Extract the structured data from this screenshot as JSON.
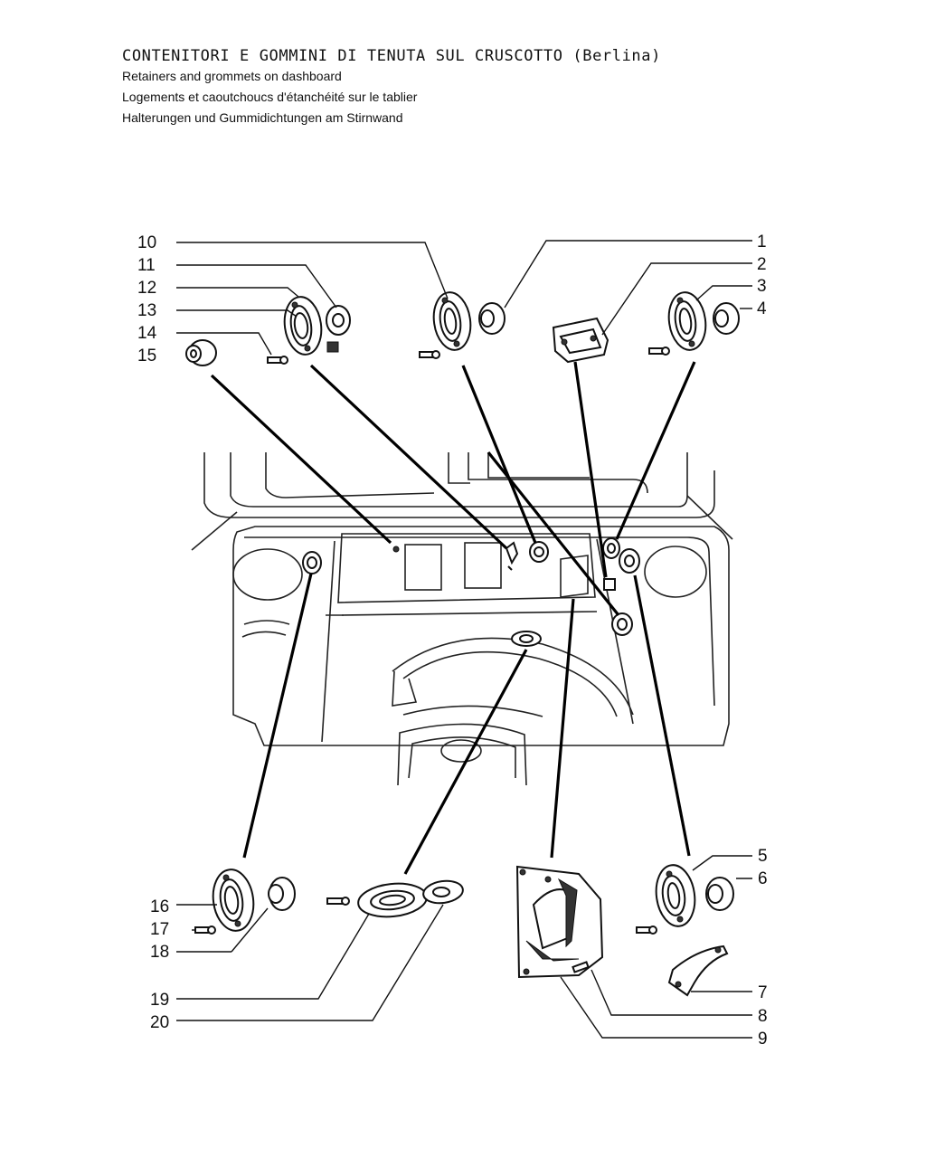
{
  "header": {
    "title": "CONTENITORI E GOMMINI DI TENUTA SUL CRUSCOTTO",
    "title_suffix": "(Berlina)",
    "subtitle_en": "Retainers and grommets on dashboard",
    "subtitle_fr": "Logements et caoutchoucs d'étanchéité sur le tablier",
    "subtitle_de": "Halterungen und Gummidichtungen am Stirnwand"
  },
  "callouts": {
    "n1": "1",
    "n2": "2",
    "n3": "3",
    "n4": "4",
    "n5": "5",
    "n6": "6",
    "n7": "7",
    "n8": "8",
    "n9": "9",
    "n10": "10",
    "n11": "11",
    "n12": "12",
    "n13": "13",
    "n14": "14",
    "n15": "15",
    "n16": "16",
    "n17": "17",
    "n18": "18",
    "n19": "19",
    "n20": "20"
  }
}
